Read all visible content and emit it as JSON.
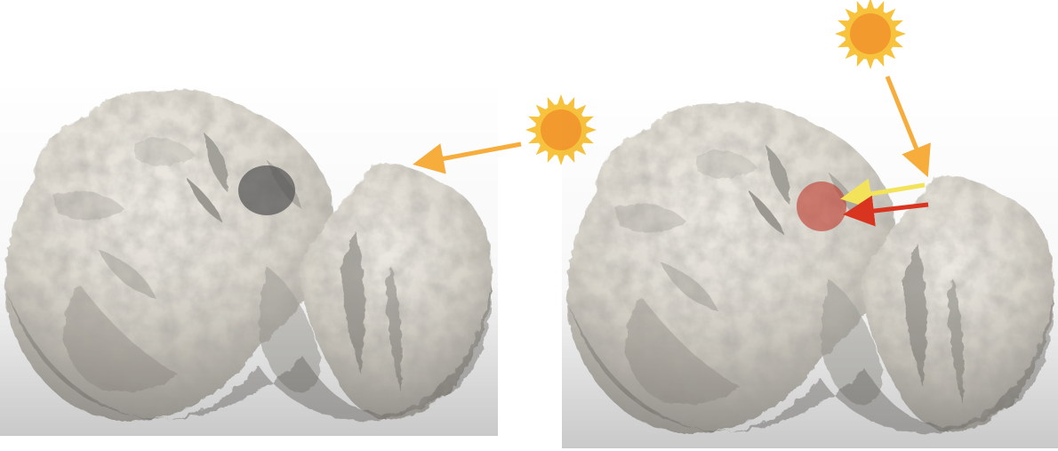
{
  "colors": {
    "background": "#ffffff",
    "comet_fill": "#e6e3da",
    "comet_shadow": "#9a9891",
    "comet_dark": "#6f6d68",
    "sun_core": "#f39a2e",
    "sun_rays": "#f7c33d",
    "orange_arrow": "#f6ad3c",
    "yellow_arrow": "#f3e35a",
    "red_arrow": "#d9341f",
    "shadow_patch": "#555555",
    "heated_patch": "#c0392b"
  },
  "panels": [
    {
      "id": "left",
      "icons": [
        "comet-nucleus",
        "sun-icon",
        "sunlight-arrow",
        "shadowed-region"
      ]
    },
    {
      "id": "right",
      "icons": [
        "comet-nucleus",
        "sun-icon",
        "sunlight-arrow",
        "scattered-light-arrow",
        "thermal-emission-arrow",
        "illuminated-region"
      ]
    }
  ]
}
